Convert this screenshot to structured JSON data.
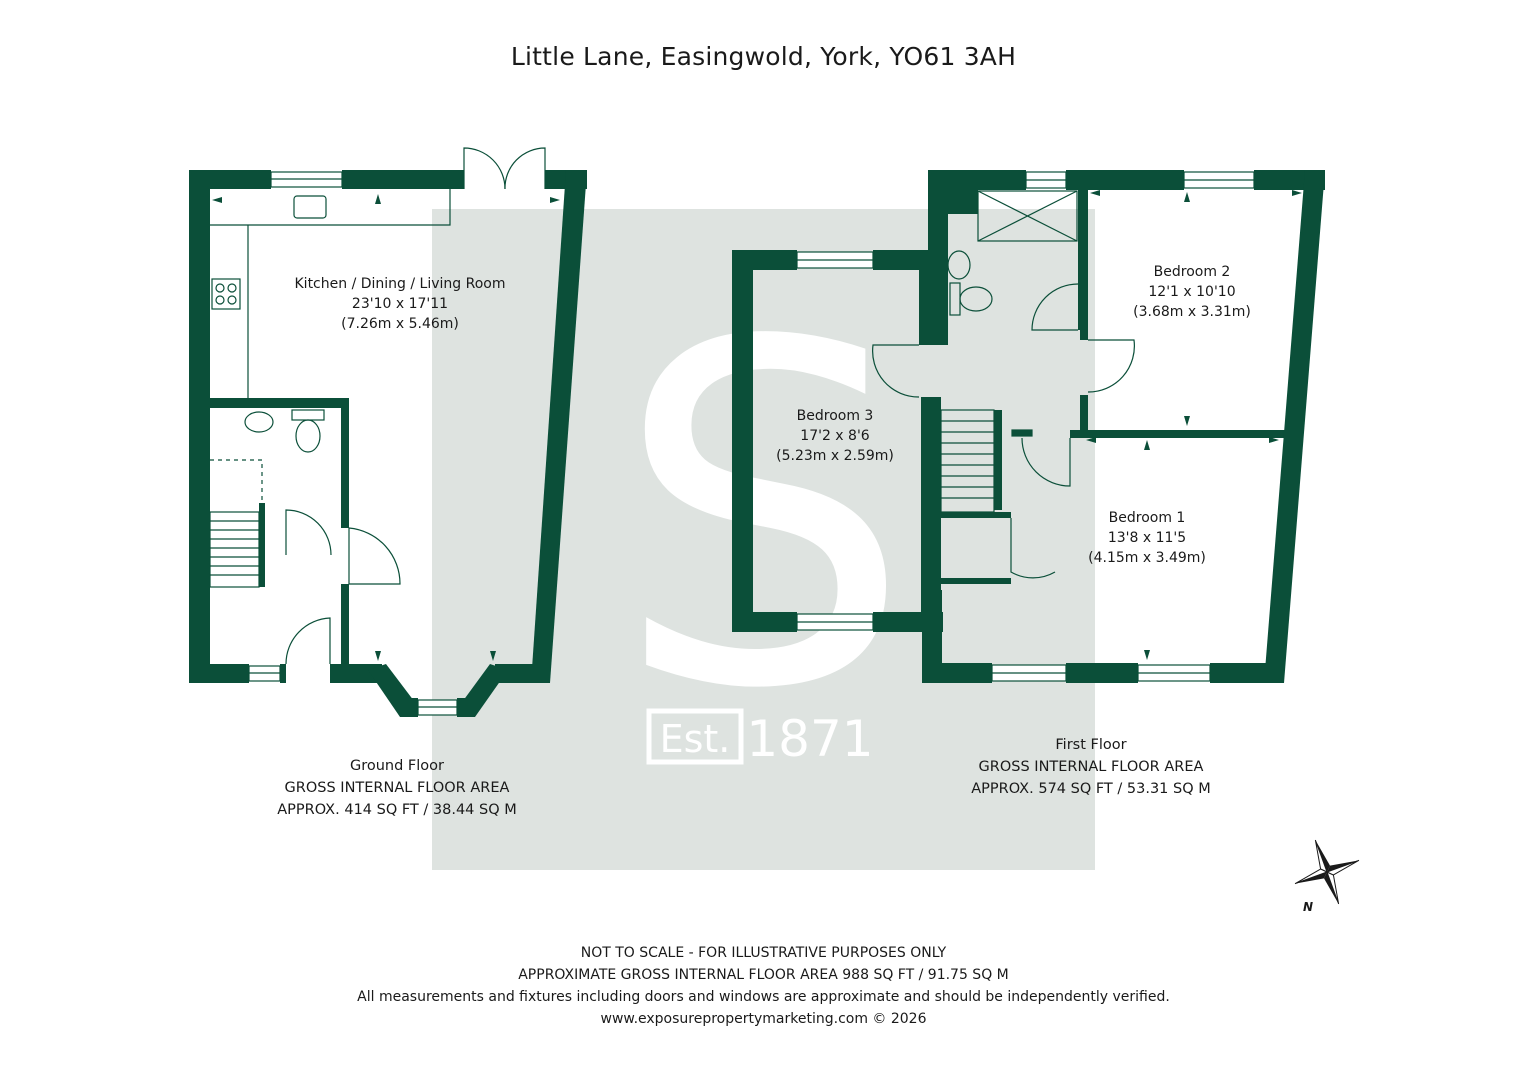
{
  "title": "Little Lane, Easingwold, York, YO61 3AH",
  "colors": {
    "wall": "#0b4f39",
    "watermark": "#dee3e0",
    "text": "#1a1a1a",
    "window": "#ffffff"
  },
  "watermark": {
    "est_label": "Est.",
    "year": "1871",
    "monogram": "S"
  },
  "rooms": {
    "kitchen": {
      "name": "Kitchen / Dining / Living Room",
      "imperial": "23'10 x 17'11",
      "metric": "(7.26m x 5.46m)"
    },
    "bedroom3": {
      "name": "Bedroom 3",
      "imperial": "17'2 x 8'6",
      "metric": "(5.23m x 2.59m)"
    },
    "bedroom2": {
      "name": "Bedroom 2",
      "imperial": "12'1 x 10'10",
      "metric": "(3.68m x 3.31m)"
    },
    "bedroom1": {
      "name": "Bedroom 1",
      "imperial": "13'8 x 11'5",
      "metric": "(4.15m x 3.49m)"
    }
  },
  "floors": {
    "ground": {
      "name": "Ground Floor",
      "area_label": "GROSS INTERNAL FLOOR AREA",
      "area": "APPROX. 414 SQ FT / 38.44 SQ M"
    },
    "first": {
      "name": "First Floor",
      "area_label": "GROSS INTERNAL FLOOR AREA",
      "area": "APPROX. 574 SQ FT / 53.31 SQ M"
    }
  },
  "footer": {
    "line1": "NOT TO SCALE - FOR ILLUSTRATIVE PURPOSES ONLY",
    "line2": "APPROXIMATE GROSS INTERNAL FLOOR AREA 988 SQ FT / 91.75 SQ M",
    "line3": "All measurements and fixtures including doors and windows are approximate and should be independently verified.",
    "line4": "www.exposurepropertymarketing.com © 2026"
  },
  "compass": {
    "label": "N",
    "icon": "compass-rose-icon"
  }
}
